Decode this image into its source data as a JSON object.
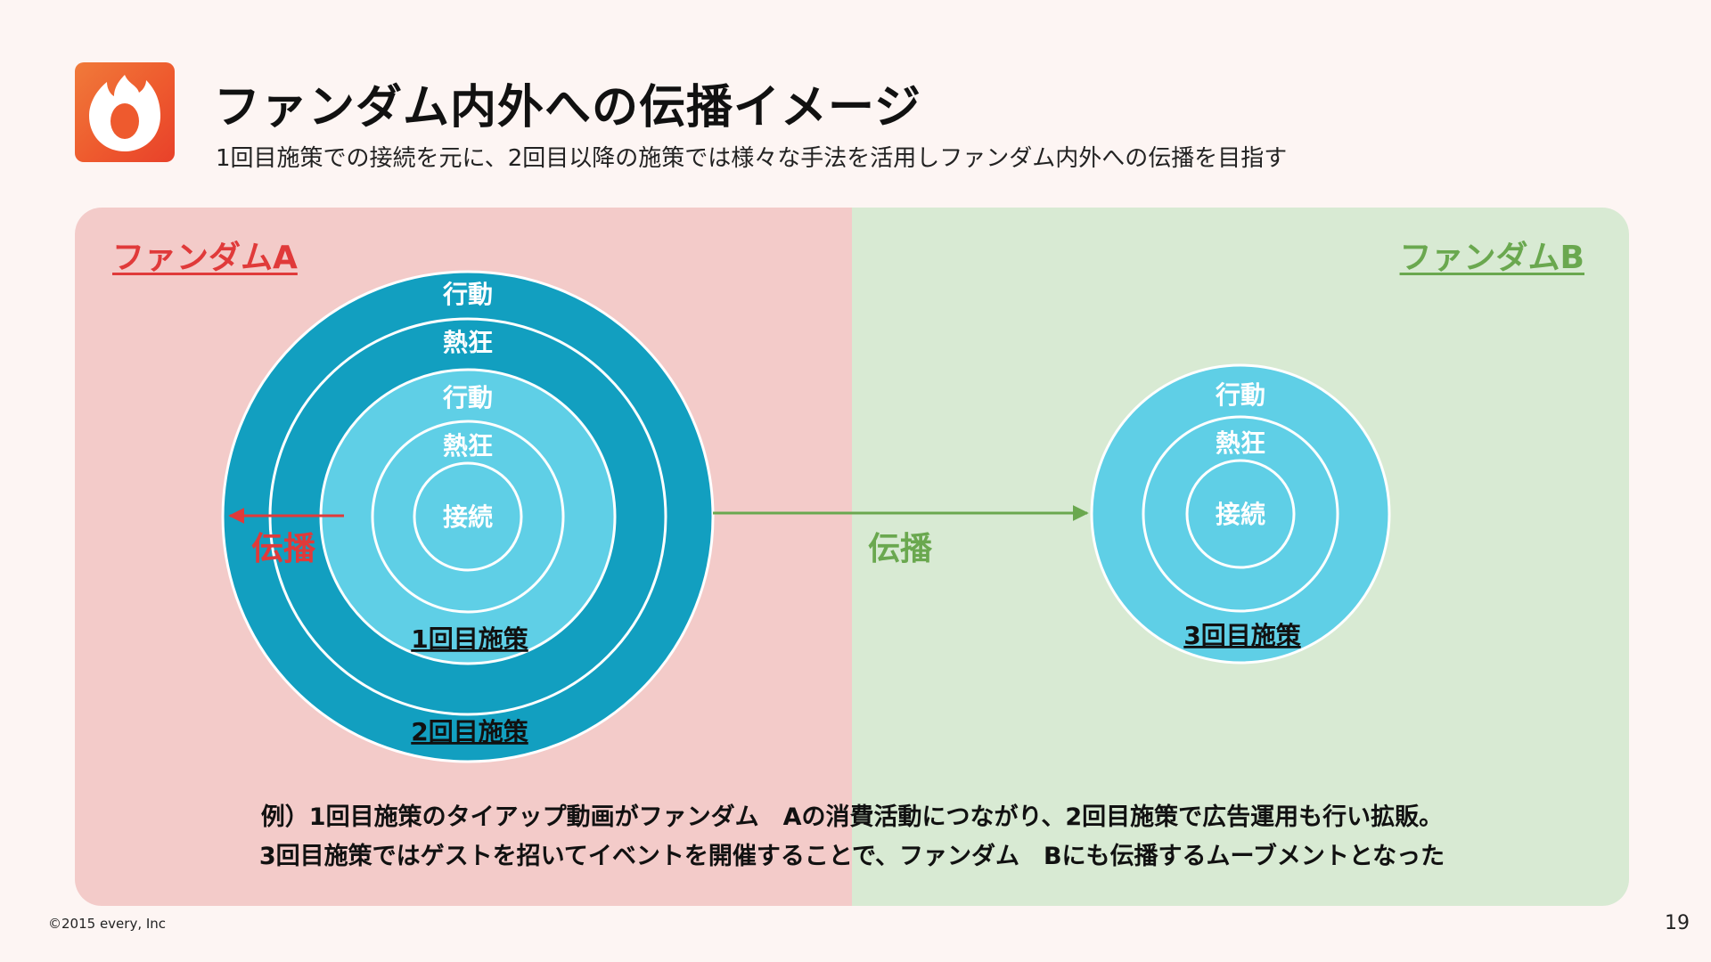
{
  "header": {
    "logo_icon": "flame-ring-logo-icon",
    "title": "ファンダム内外への伝播イメージ",
    "subtitle": "1回目施策での接続を元に、2回目以降の施策では様々な手法を活用しファンダム内外への伝播を目指す"
  },
  "colors": {
    "fandom_a": "#e03a3a",
    "fandom_b": "#6aa84f",
    "left_panel": "#f3cbc9",
    "right_panel": "#d8ead3",
    "outer_ring": "#129fc0",
    "inner_circle": "#5fcfe6"
  },
  "diagram": {
    "fandom_a_label": "ファンダムA",
    "fandom_b_label": "ファンダムB",
    "circle_a_outer": {
      "action": "行動",
      "passion": "熱狂",
      "step": "2回目施策"
    },
    "circle_a_inner": {
      "action": "行動",
      "passion": "熱狂",
      "connection": "接続",
      "step": "1回目施策"
    },
    "circle_b": {
      "action": "行動",
      "passion": "熱狂",
      "connection": "接続",
      "step": "3回目施策"
    },
    "spread_left_label": "伝播",
    "spread_right_label": "伝播"
  },
  "example": {
    "line1": "例）1回目施策のタイアップ動画がファンダム　Aの消費活動につながり、2回目施策で広告運用も行い拡販。",
    "line2": "3回目施策ではゲストを招いてイベントを開催することで、ファンダム　Bにも伝播するムーブメントとなった"
  },
  "footer": {
    "copyright": "©2015 every, Inc",
    "page_number": "19"
  }
}
